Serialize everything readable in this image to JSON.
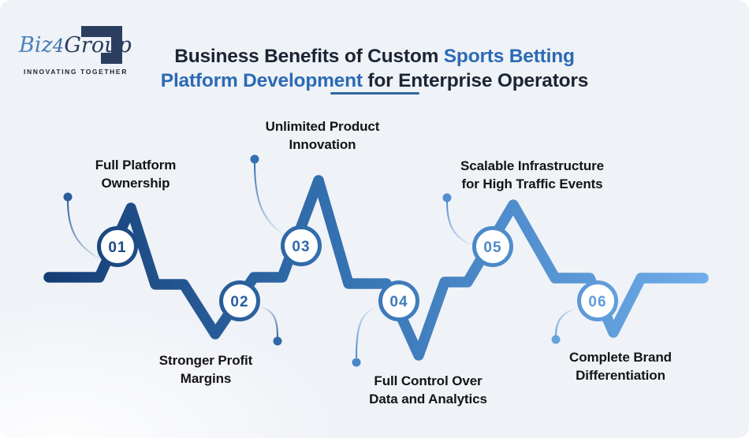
{
  "logo": {
    "part1": "Biz",
    "part2": "4",
    "part3": "Group",
    "tagline": "INNOVATING TOGETHER"
  },
  "title": {
    "dark1": "Business Benefits of Custom ",
    "blue": "Sports Betting\nPlatform Development",
    "dark2": " for Enterprise Operators"
  },
  "steps": [
    {
      "number": "01",
      "label": "Full Platform\nOwnership",
      "label_position": "top"
    },
    {
      "number": "02",
      "label": "Stronger Profit\nMargins",
      "label_position": "bottom"
    },
    {
      "number": "03",
      "label": "Unlimited Product\nInnovation",
      "label_position": "top"
    },
    {
      "number": "04",
      "label": "Full Control Over\nData and Analytics",
      "label_position": "bottom"
    },
    {
      "number": "05",
      "label": "Scalable Infrastructure\nfor High Traffic Events",
      "label_position": "top"
    },
    {
      "number": "06",
      "label": "Complete Brand\nDifferentiation",
      "label_position": "bottom"
    }
  ],
  "colors": {
    "background": "#eff2f7",
    "title_dark": "#1d2433",
    "title_blue": "#2b6ab5",
    "underline": "#33689c",
    "label_text": "#141414",
    "pulse_gradient_start": "#153d75",
    "pulse_gradient_mid": "#3572b2",
    "pulse_gradient_end": "#70acea",
    "logo_navy": "#2c3e5f",
    "logo_blue": "#4a80b8"
  }
}
